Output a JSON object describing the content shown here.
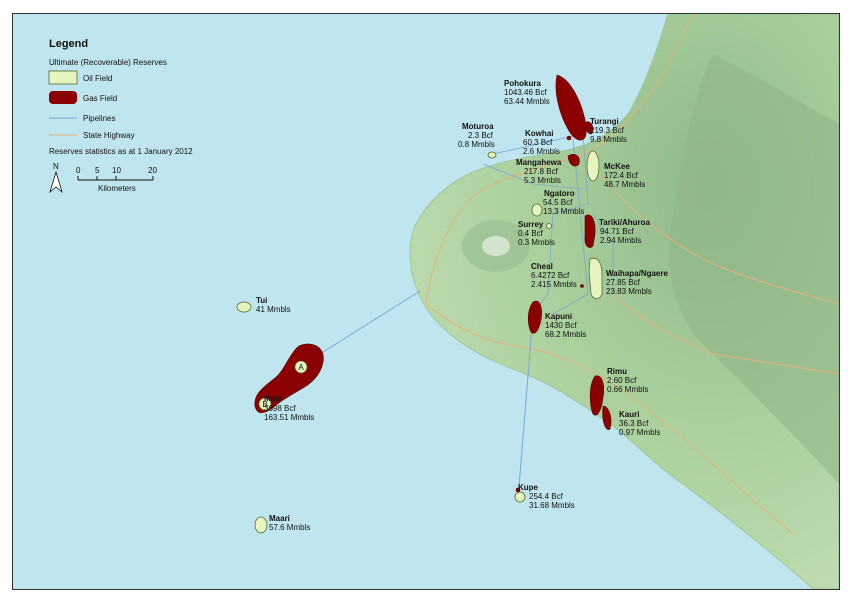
{
  "legend": {
    "title": "Legend",
    "subtitle": "Ultimate (Recoverable) Reserves",
    "items": [
      {
        "label": "Oil Field",
        "color": "#e6f5c0"
      },
      {
        "label": "Gas Field",
        "color": "#8b0000"
      },
      {
        "label": "Pipelines",
        "color": "#7aa7d6"
      },
      {
        "label": "State Highway",
        "color": "#e8b07a"
      }
    ],
    "note": "Reserves statistics as at 1 January 2012"
  },
  "scale": {
    "north": "N",
    "ticks": [
      "0",
      "5",
      "10",
      "20"
    ],
    "unit": "Kilometers"
  },
  "colors": {
    "sea": "#bfe6ee",
    "land": "#b6d8a6",
    "oil_fill": "#e6f5c0",
    "gas_fill": "#8b0000",
    "pipeline": "#7aa7d6",
    "highway": "#e8b07a"
  },
  "fields": [
    {
      "name": "Pohokura",
      "l1": "1043.46 Bcf",
      "l2": "63.44 Mmbls"
    },
    {
      "name": "Turangi",
      "l1": "219.3 Bcf",
      "l2": "9.8 Mmbls"
    },
    {
      "name": "Moturoa",
      "l1": "2.3 Bcf",
      "l2": "0.8 Mmbls"
    },
    {
      "name": "Kowhai",
      "l1": "60.3 Bcf",
      "l2": "2.6 Mmbls"
    },
    {
      "name": "Mangahewa",
      "l1": "217.8 Bcf",
      "l2": "5.3 Mmbls"
    },
    {
      "name": "McKee",
      "l1": "172.4 Bcf",
      "l2": "48.7 Mmbls"
    },
    {
      "name": "Ngatoro",
      "l1": "54.5 Bcf",
      "l2": "13.3 Mmbls"
    },
    {
      "name": "Surrey",
      "l1": "0.4 Bcf",
      "l2": "0.3 Mmbls"
    },
    {
      "name": "Tariki/Ahuroa",
      "l1": "94.71 Bcf",
      "l2": "2.94 Mmbls"
    },
    {
      "name": "Cheal",
      "l1": "6.4272 Bcf",
      "l2": "2.415 Mmbls"
    },
    {
      "name": "Waihapa/Ngaere",
      "l1": "27.85 Bcf",
      "l2": "23.83 Mmbls"
    },
    {
      "name": "Kapuni",
      "l1": "1430 Bcf",
      "l2": "68.2 Mmbls"
    },
    {
      "name": "Tui",
      "l1": "41 Mmbls",
      "l2": ""
    },
    {
      "name": "Maui",
      "l1": "3698 Bcf",
      "l2": "163.51 Mmbls"
    },
    {
      "name": "Rimu",
      "l1": "2.60 Bcf",
      "l2": "0.66 Mmbls"
    },
    {
      "name": "Kauri",
      "l1": "36.3 Bcf",
      "l2": "0.97 Mmbls"
    },
    {
      "name": "Kupe",
      "l1": "254.4 Bcf",
      "l2": "31.68 Mmbls"
    },
    {
      "name": "Maari",
      "l1": "57.6 Mmbls",
      "l2": ""
    }
  ],
  "maui_markers": {
    "a": "A",
    "b": "B"
  }
}
